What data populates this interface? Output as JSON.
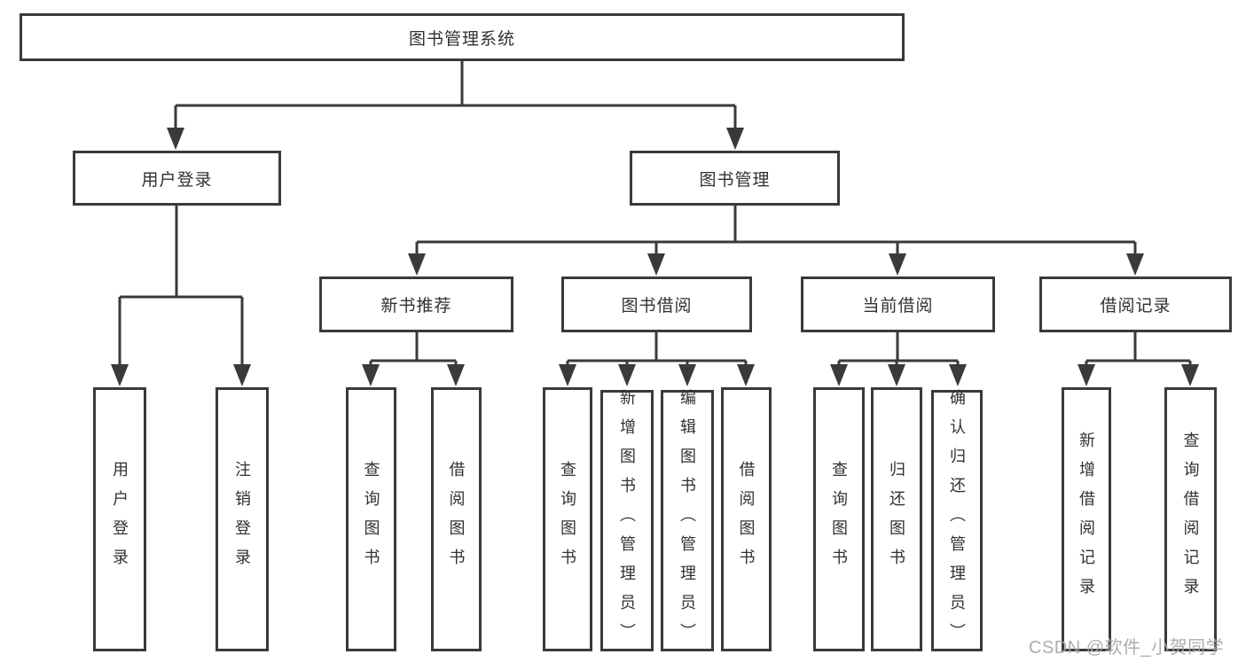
{
  "tree": {
    "root": {
      "label": "图书管理系统"
    },
    "level2": [
      {
        "label": "用户登录",
        "children": [
          {
            "label": "用户登录"
          },
          {
            "label": "注销登录"
          }
        ]
      },
      {
        "label": "图书管理",
        "children": [
          {
            "label": "新书推荐",
            "children": [
              {
                "label": "查询图书"
              },
              {
                "label": "借阅图书"
              }
            ]
          },
          {
            "label": "图书借阅",
            "children": [
              {
                "label": "查询图书"
              },
              {
                "label": "新增图书（管理员）"
              },
              {
                "label": "编辑图书（管理员）"
              },
              {
                "label": "借阅图书"
              }
            ]
          },
          {
            "label": "当前借阅",
            "children": [
              {
                "label": "查询图书"
              },
              {
                "label": "归还图书"
              },
              {
                "label": "确认归还（管理员）"
              }
            ]
          },
          {
            "label": "借阅记录",
            "children": [
              {
                "label": "新增借阅记录"
              },
              {
                "label": "查询借阅记录"
              }
            ]
          }
        ]
      }
    ]
  },
  "watermark": "CSDN @软件_小贺同学",
  "colors": {
    "line": "#3a3a3a",
    "text": "#2f3136",
    "background": "#ffffff",
    "watermark": "#a6a6a6"
  }
}
